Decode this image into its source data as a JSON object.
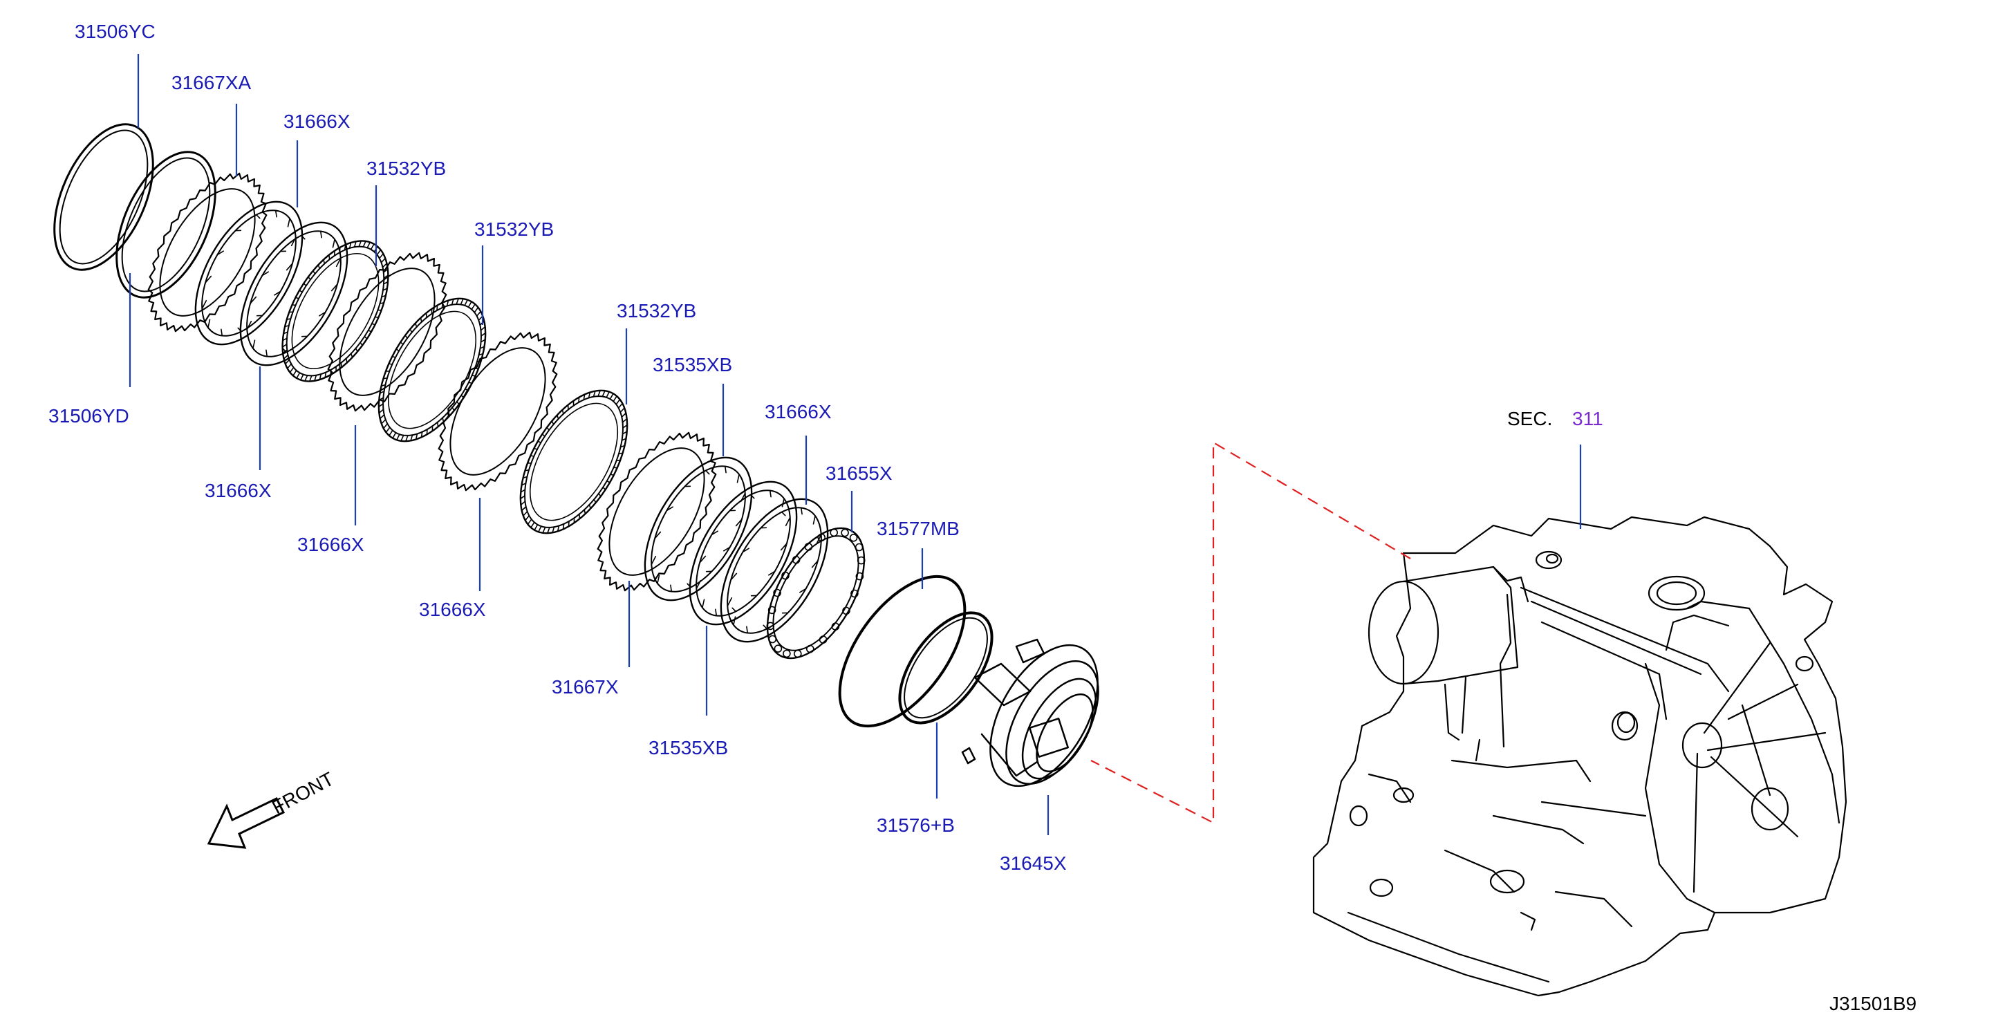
{
  "colors": {
    "label": "#1a1ab5",
    "leader": "#1a3fb5",
    "section_ref": "#7a2bd0",
    "dash": "#e02020",
    "ink": "#000000"
  },
  "labels": {
    "p31506YC": "31506YC",
    "p31667XA": "31667XA",
    "p31666X_a": "31666X",
    "p31532YB_a": "31532YB",
    "p31532YB_b": "31532YB",
    "p31532YB_c": "31532YB",
    "p31535XB_a": "31535XB",
    "p31666X_b": "31666X",
    "p31655X": "31655X",
    "p31577MB": "31577MB",
    "p31506YD": "31506YD",
    "p31666X_c": "31666X",
    "p31666X_d": "31666X",
    "p31666X_e": "31666X",
    "p31667X": "31667X",
    "p31535XB_b": "31535XB",
    "p31576B": "31576+B",
    "p31645X": "31645X"
  },
  "section": {
    "prefix": "SEC.",
    "number": "311"
  },
  "front": {
    "label": "FRONT",
    "icon": "front-arrow-icon"
  },
  "diagram_code": "J31501B9"
}
